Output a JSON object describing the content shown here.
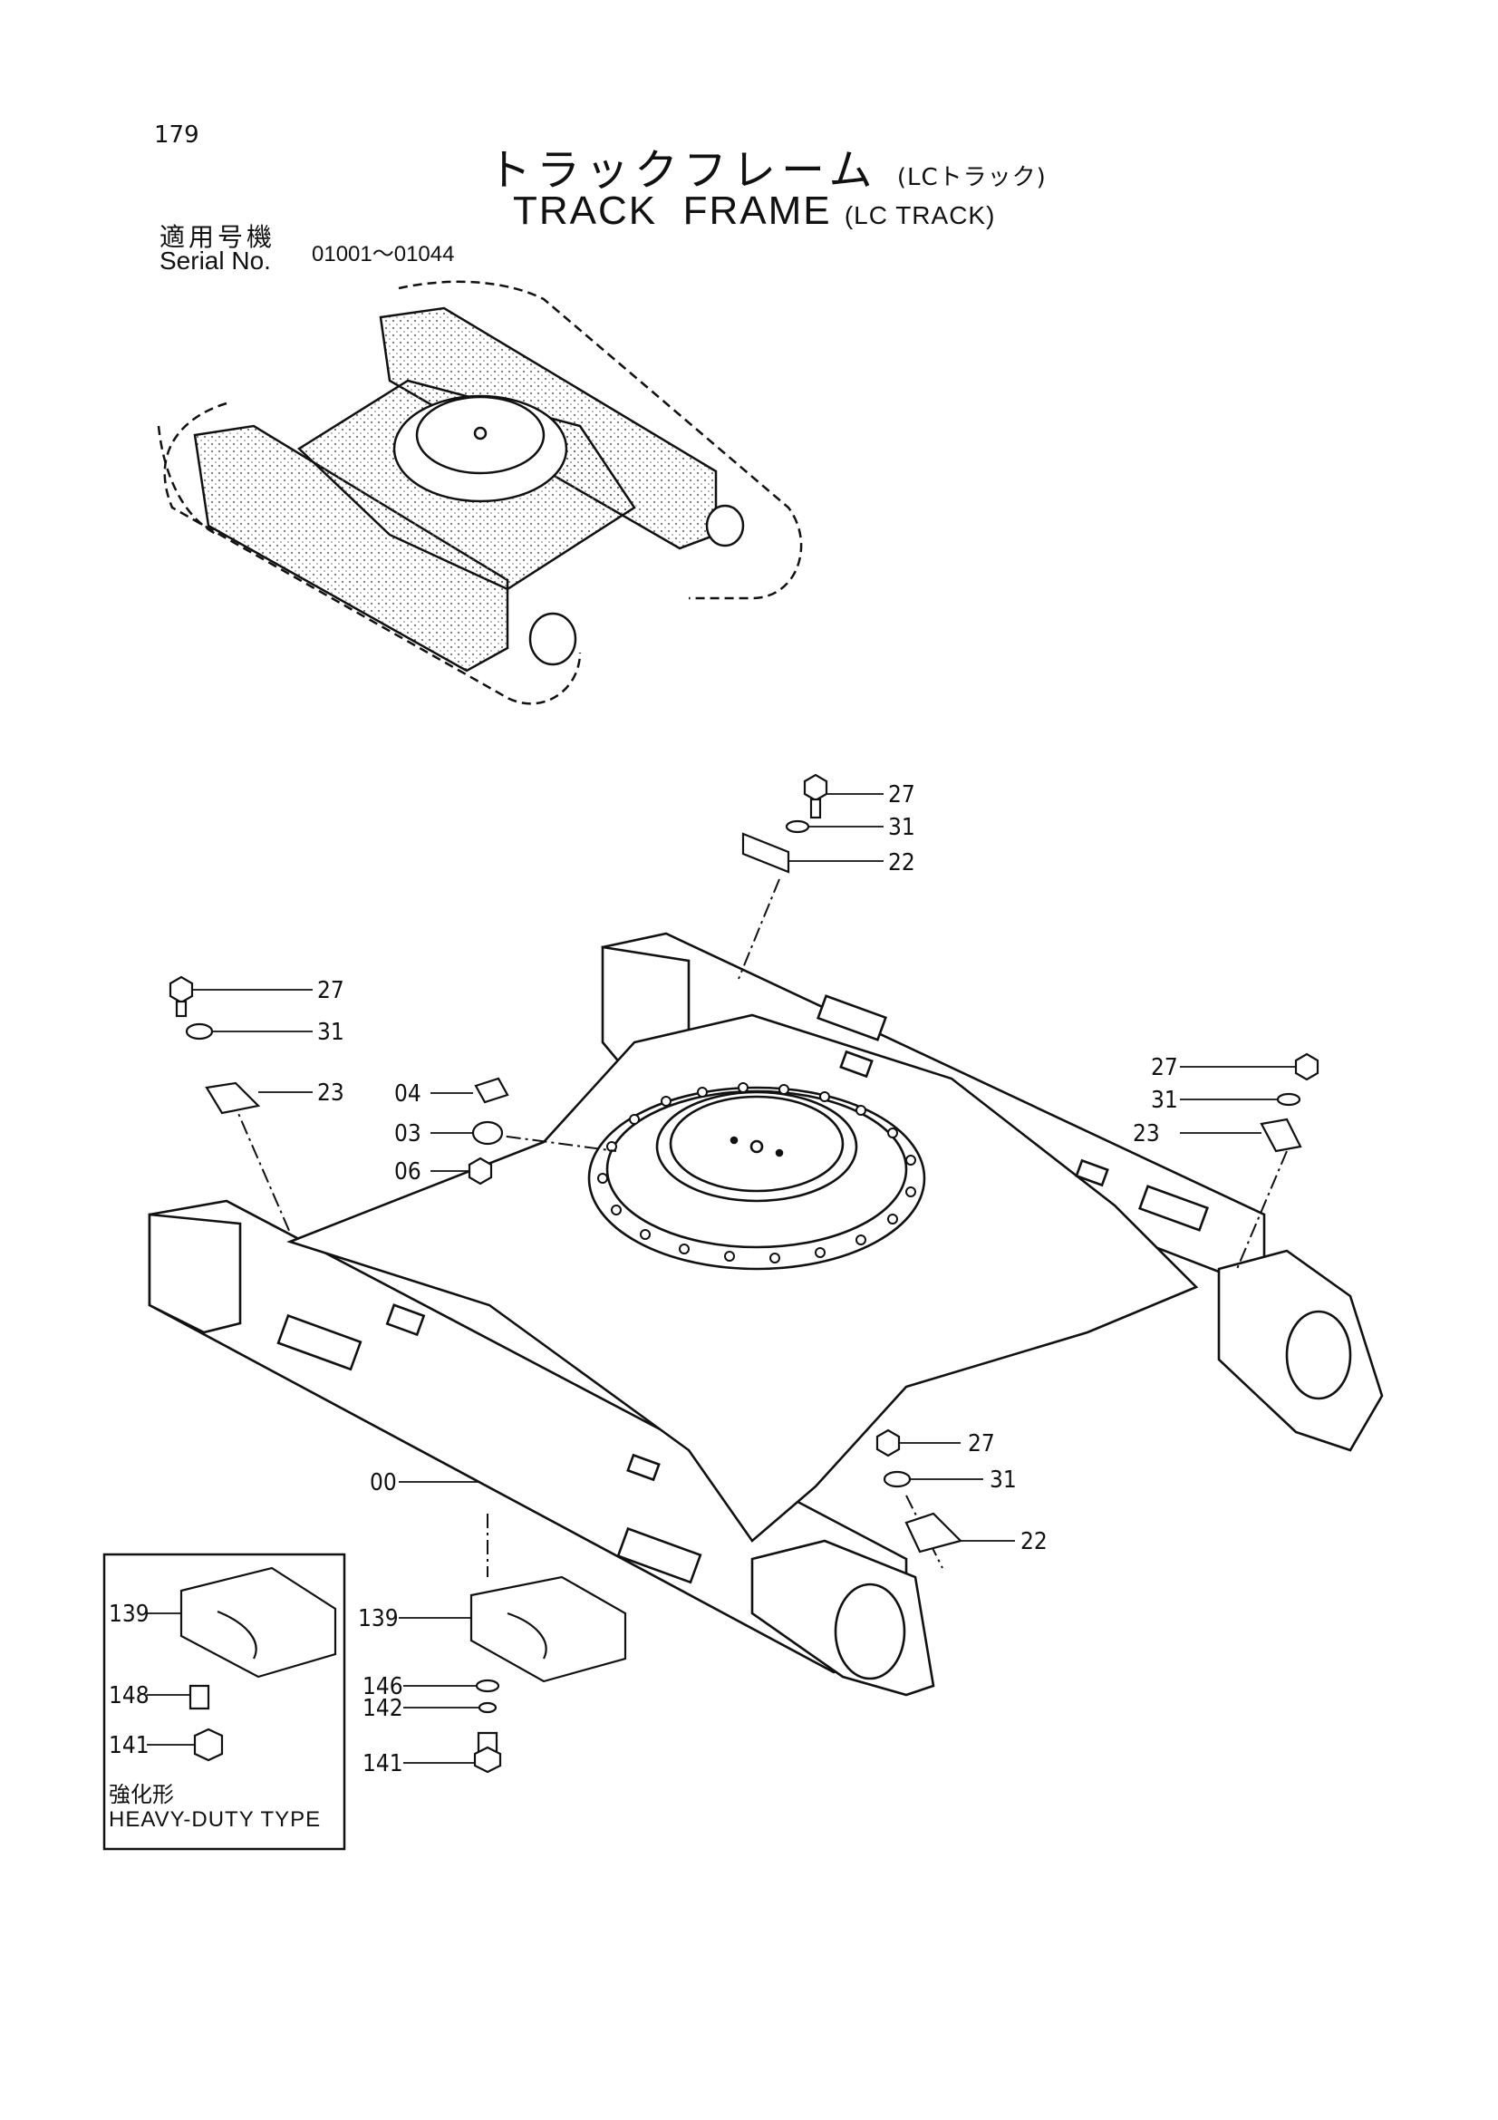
{
  "page_number": "179",
  "title_jp": "トラックフレーム",
  "title_jp_suffix": "(LCトラック)",
  "title_en": "TRACK  FRAME",
  "title_en_suffix": "(LC TRACK)",
  "serial_label_jp": "適用号機",
  "serial_label_en": "Serial No.",
  "serial_range": "01001～01044",
  "callouts": {
    "top_right_bolt": "27",
    "top_right_washer": "31",
    "top_right_guard": "22",
    "left_bolt": "27",
    "left_washer": "31",
    "left_guard": "23",
    "plate_04": "04",
    "plate_03": "03",
    "bolt_06": "06",
    "right_bolt": "27",
    "right_washer": "31",
    "right_guard": "23",
    "front_bolt": "27",
    "front_washer": "31",
    "front_guard": "22",
    "frame_00": "00",
    "shoe_139": "139",
    "washer_146": "146",
    "washer_142": "142",
    "bolt_141": "141",
    "inset_139": "139",
    "inset_148": "148",
    "inset_141": "141"
  },
  "inset_note_jp": "強化形",
  "inset_note_en": "HEAVY-DUTY TYPE"
}
